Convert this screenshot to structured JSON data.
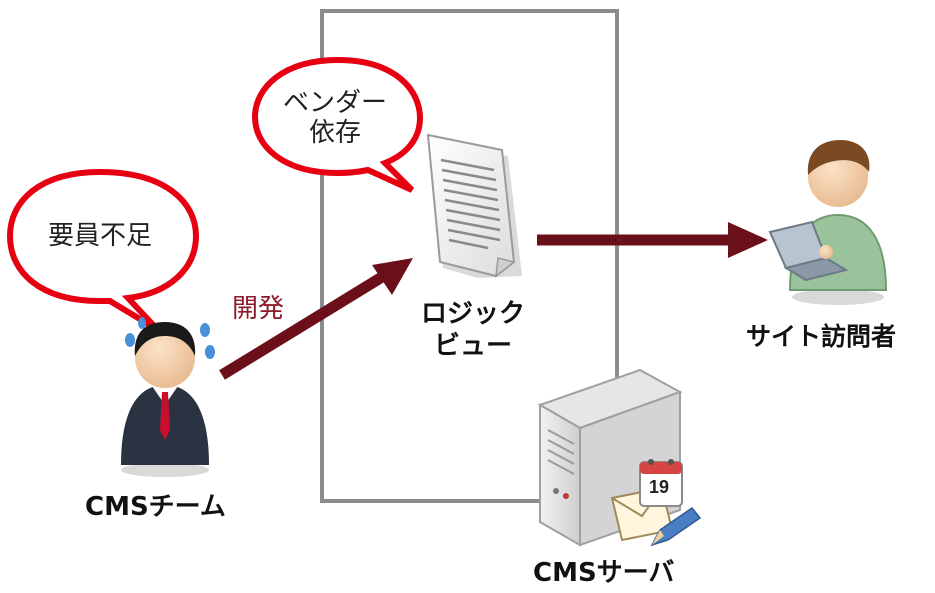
{
  "bubbles": {
    "vendor_line1": "ベンダー",
    "vendor_line2": "依存",
    "shortage": "要員不足"
  },
  "labels": {
    "develop": "開発",
    "logic_view_line1": "ロジック",
    "logic_view_line2": "ビュー",
    "site_visitor": "サイト訪問者",
    "cms_team": "CMSチーム",
    "cms_server": "CMSサーバ",
    "calendar_day": "19"
  },
  "colors": {
    "bubble_border": "#e60012",
    "arrow": "#6b0f1a",
    "develop_text": "#8b1a2b",
    "box_border": "#8c8c8c",
    "visitor_shirt": "#9bc39b",
    "suit": "#2b3242",
    "tie": "#c8102e"
  },
  "icons": {
    "document": "document-icon",
    "visitor": "site-visitor-icon",
    "team": "cms-team-person-icon",
    "server": "server-icon",
    "calendar": "calendar-icon",
    "mail": "mail-icon",
    "pencil": "pencil-icon"
  }
}
